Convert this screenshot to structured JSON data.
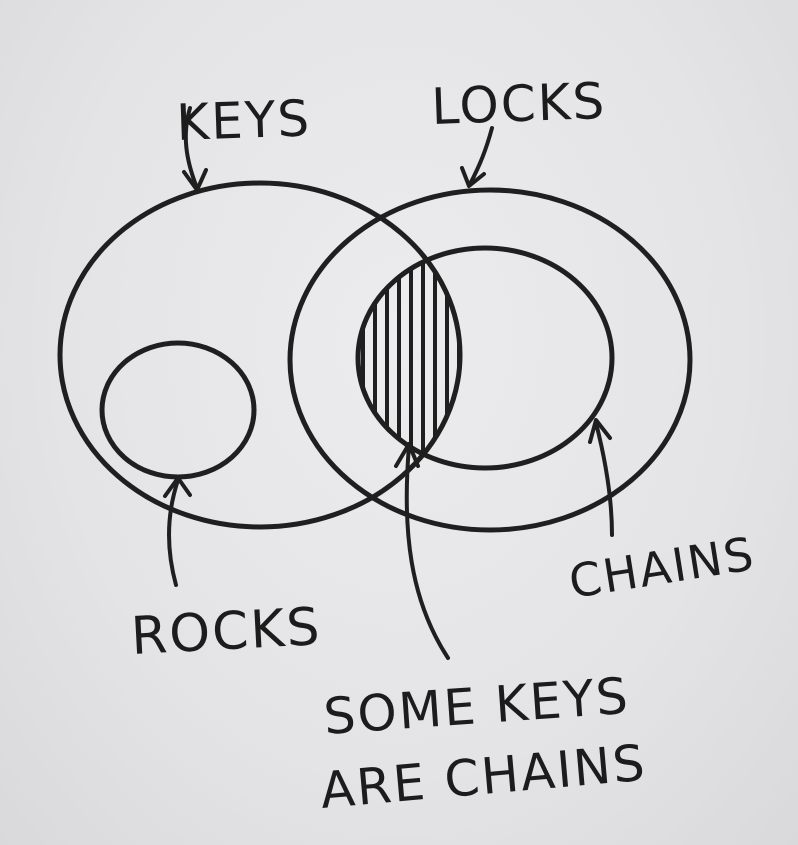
{
  "diagram": {
    "labels": {
      "keys": "KEYS",
      "locks": "LOCKS",
      "rocks": "ROCKS",
      "chains": "CHAINS",
      "some_keys_line1": "SOME KEYS",
      "some_keys_line2": "ARE CHAINS"
    },
    "sets": [
      "KEYS",
      "LOCKS",
      "ROCKS",
      "CHAINS"
    ],
    "ink_color": "#1f1f1f",
    "paper_color": "#e6e6e8"
  }
}
